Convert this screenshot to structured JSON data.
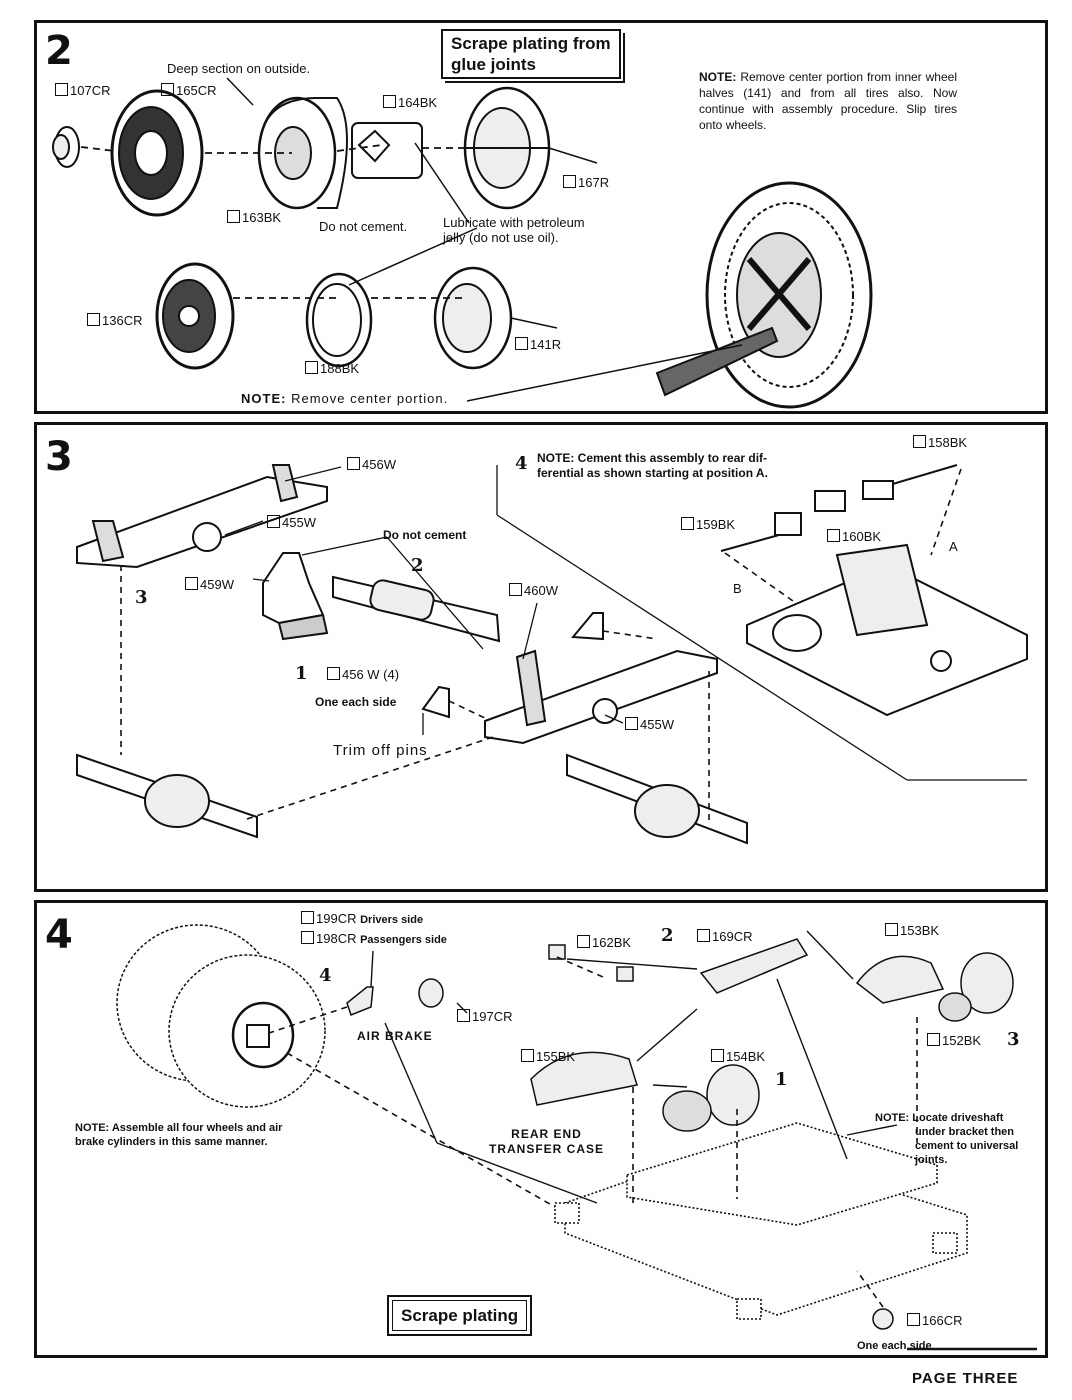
{
  "page_footer": "PAGE THREE",
  "step2": {
    "number": "2",
    "callout": [
      "Scrape plating from",
      "glue joints"
    ],
    "label_deep_section": "Deep section on outside.",
    "label_do_not_cement": "Do not cement.",
    "label_lubricate": [
      "Lubricate with petroleum",
      "jelly (do not use oil)."
    ],
    "note_top_bold": "NOTE:",
    "note_top_text": "Remove center portion from inner wheel halves (141) and from all tires also. Now continue with assembly procedure. Slip tires onto wheels.",
    "note_bottom_bold": "NOTE:",
    "note_bottom_text": "Remove center portion.",
    "parts": {
      "p107": "107CR",
      "p165": "165CR",
      "p164": "164BK",
      "p167": "167R",
      "p163": "163BK",
      "p136": "136CR",
      "p188": "188BK",
      "p141": "141R"
    }
  },
  "step3": {
    "number": "3",
    "note_num": "4",
    "note_text": "NOTE: Cement this assembly to rear differential as shown starting at position A.",
    "note_lines": [
      "NOTE: Cement this assembly to rear dif-",
      "ferential as shown starting at position A."
    ],
    "label_do_not_cement": "Do not cement",
    "label_one_each_side": "One each side",
    "label_trim_pins": "Trim off pins",
    "seq_1": "1",
    "seq_2": "2",
    "seq_3": "3",
    "pos_a": "A",
    "pos_b": "B",
    "parts": {
      "p456": "456W",
      "p455a": "455W",
      "p459": "459W",
      "p460": "460W",
      "p456x4": "456 W (4)",
      "p455b": "455W",
      "p158": "158BK",
      "p159": "159BK",
      "p160": "160BK"
    }
  },
  "step4": {
    "number": "4",
    "label_drivers": "Drivers side",
    "label_passengers": "Passengers side",
    "label_air_brake": "AIR BRAKE",
    "label_rear_end": [
      "REAR END",
      "TRANSFER CASE"
    ],
    "label_one_each_side": "One each side",
    "callout": "Scrape plating",
    "note_left": [
      "NOTE: Assemble all four wheels and air",
      "brake cylinders in this same manner."
    ],
    "note_right": [
      "NOTE: Locate driveshaft",
      "under bracket then",
      "cement to universal",
      "joints."
    ],
    "seq_1": "1",
    "seq_2": "2",
    "seq_3": "3",
    "seq_4": "4",
    "parts": {
      "p199": "199CR",
      "p198": "198CR",
      "p197": "197CR",
      "p162": "162BK",
      "p169": "169CR",
      "p153": "153BK",
      "p152": "152BK",
      "p155": "155BK",
      "p154": "154BK",
      "p166": "166CR"
    }
  }
}
